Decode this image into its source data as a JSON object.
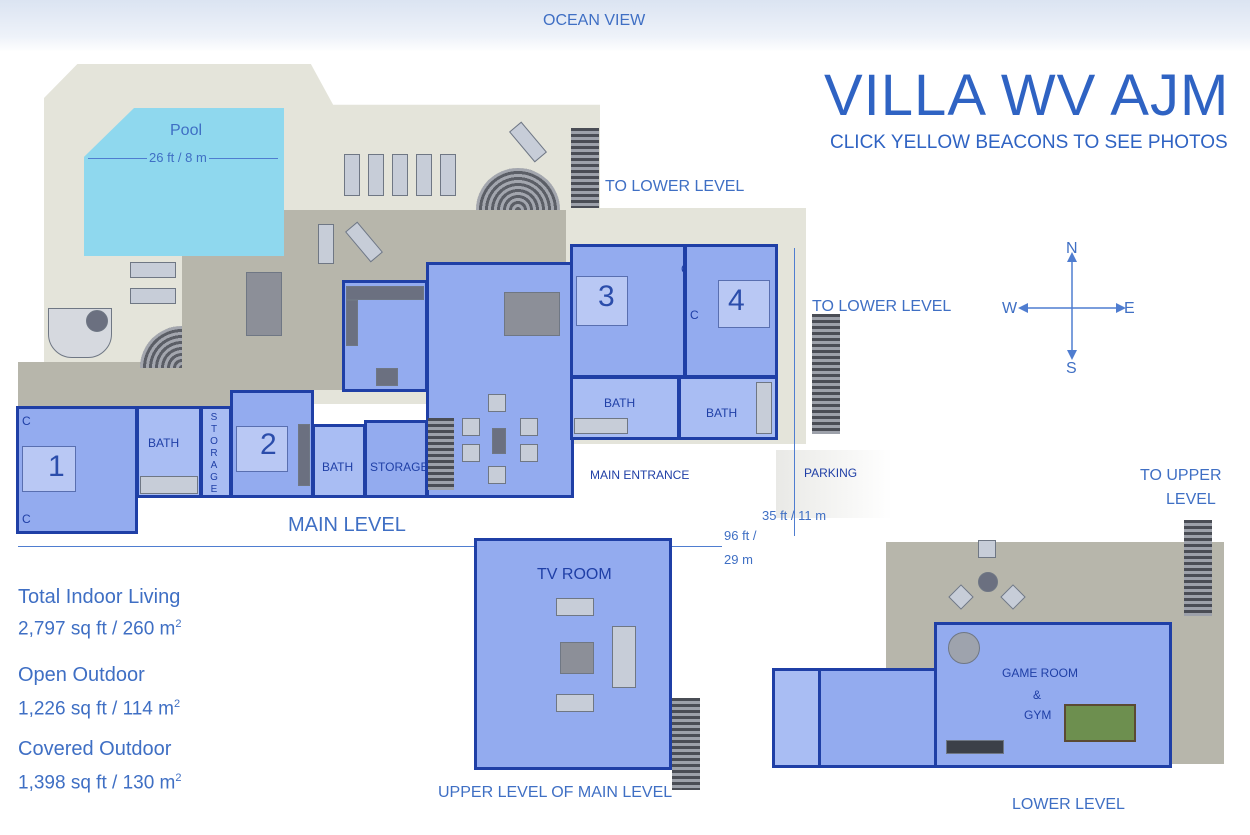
{
  "header": {
    "ocean_view": "OCEAN VIEW"
  },
  "title": {
    "villa_name": "VILLA WV AJM",
    "subtitle": "CLICK YELLOW BEACONS TO SEE PHOTOS"
  },
  "compass": {
    "n": "N",
    "s": "S",
    "e": "E",
    "w": "W"
  },
  "main_level": {
    "label": "MAIN LEVEL",
    "pool": {
      "label": "Pool",
      "size": "26 ft / 8 m"
    },
    "to_lower_level_1": "TO LOWER LEVEL",
    "to_lower_level_2": "TO LOWER LEVEL",
    "bedroom_numbers": [
      "1",
      "2",
      "3",
      "4"
    ],
    "bath_labels": [
      "BATH",
      "BATH",
      "BATH",
      "BATH"
    ],
    "storage_vertical": "STORAGE",
    "storage": "STORAGE",
    "closet_marks": [
      "C",
      "C",
      "C",
      "C"
    ],
    "main_entrance": "MAIN ENTRANCE",
    "parking": "PARKING",
    "dim_width": "35 ft / 11 m",
    "dim_length": [
      "96 ft /",
      "29 m"
    ]
  },
  "upper_level": {
    "tv_room": "TV ROOM",
    "label": "UPPER LEVEL OF MAIN LEVEL"
  },
  "lower_level": {
    "to_upper": [
      "TO UPPER",
      "LEVEL"
    ],
    "game_room": [
      "GAME ROOM",
      "&",
      "GYM"
    ],
    "label": "LOWER LEVEL"
  },
  "stats": [
    {
      "title": "Total Indoor Living",
      "value": "2,797 sq ft / 260 m",
      "sup": "2"
    },
    {
      "title": "Open Outdoor",
      "value": "1,226 sq ft / 114 m",
      "sup": "2"
    },
    {
      "title": "Covered Outdoor",
      "value": "1,398 sq ft / 130 m",
      "sup": "2"
    }
  ],
  "colors": {
    "label_blue": "#3f6fc4",
    "room_fill": "#93abef",
    "wall": "#1f3fa6",
    "terrace": "#e4e4da",
    "covered": "#b7b6ab",
    "pool": "#8fd8ee"
  }
}
